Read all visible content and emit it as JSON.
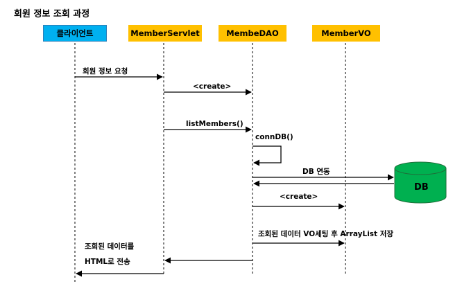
{
  "title": "회원 정보 조회 과정",
  "actors": {
    "client": "클라이언트",
    "servlet": "MemberServlet",
    "dao": "MembeDAO",
    "vo": "MemberVO"
  },
  "messages": {
    "request": "회원 정보 요청",
    "create1": "<create>",
    "list_members": "listMembers()",
    "conn_db": "connDB()",
    "db_link": "DB 연동",
    "create2": "<create>",
    "vo_set_line1": "조회된 데이터 VO세팅 후 ArrayList 저장",
    "send_line1": "조회된 데이터를",
    "send_line2": "HTML로 전송"
  },
  "database": {
    "label": "DB"
  },
  "colors": {
    "client_fill": "#00b0f0",
    "object_fill": "#ffc000",
    "database_fill": "#00b050",
    "line": "#000000"
  }
}
